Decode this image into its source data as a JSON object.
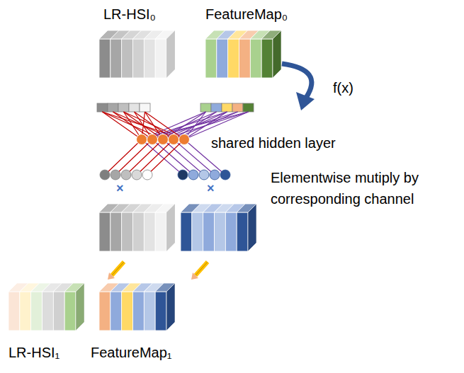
{
  "diagram": {
    "labels": [
      "LR-HSI₀",
      "FeatureMap₀",
      "f(x)",
      "shared hidden layer",
      "×",
      "×",
      "Elementwise mutiply by corresponding channel",
      "LR-HSI₁",
      "FeatureMap₁"
    ]
  }
}
